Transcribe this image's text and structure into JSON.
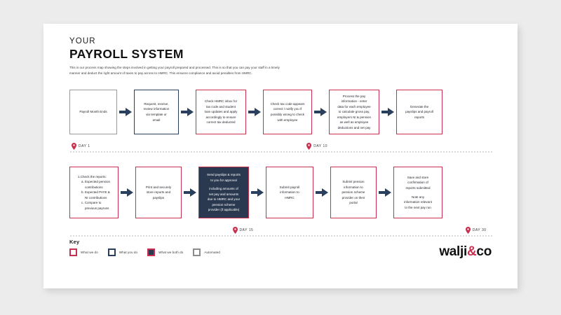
{
  "header": {
    "kicker": "YOUR",
    "title": "PAYROLL SYSTEM",
    "intro": "This is our process map showing the steps involved in getting your payroll prepared and processed. This is so that you can pay your staff in a timely manner and deduct the right amount of taxes to pay across to HMRC. This ensures compliance and avoid penalties from HMRC."
  },
  "colors": {
    "pink": "#c9304f",
    "navy": "#2a3f5e",
    "navy_fill": "#2b3950",
    "gray": "#9a9a9a",
    "arrow": "#2a3f5e",
    "card": "#ffffff",
    "background": "#ececec"
  },
  "row1": {
    "nodes": [
      {
        "id": "payroll-month-ends",
        "theme": "gray",
        "align": "center",
        "lines": [
          "Payroll Month Ends"
        ]
      },
      {
        "id": "request-review-information",
        "theme": "navy",
        "align": "center",
        "lines": [
          "Request, receive,",
          "review information",
          "via template or",
          "email"
        ]
      },
      {
        "id": "check-hmrc-inbox",
        "theme": "pink",
        "align": "center",
        "lines": [
          "Check HMRC inbox for",
          "tax code and student",
          "loan updates and apply",
          "accordingly to ensure",
          "correct tax deducted"
        ]
      },
      {
        "id": "check-tax-code-appears-correct",
        "theme": "pink",
        "align": "center",
        "lines": [
          "Check tax code appears",
          "correct / notify you if",
          "possibly wrong to check",
          "with employee"
        ]
      },
      {
        "id": "process-the-pay-information",
        "theme": "pink",
        "align": "center",
        "lines": [
          "Process the pay",
          "information - enter",
          "data for each employee",
          "to calculate gross pay,",
          "employers NI & pension",
          "as well as employee",
          "deductions and net pay"
        ]
      },
      {
        "id": "generate-payslips-and-reports",
        "theme": "pink",
        "align": "center",
        "lines": [
          "Generate the",
          "payslips and payroll",
          "reports"
        ]
      }
    ]
  },
  "row2": {
    "nodes": [
      {
        "id": "check-the-reports",
        "theme": "pink",
        "align": "left",
        "lines": [
          "1.Check the reports:",
          "a. Expected pension",
          "contributions",
          "b. Expected PAYE &",
          "NI contributions",
          "c. Compare to",
          "previous payruns"
        ],
        "indent": [
          0,
          1,
          2,
          1,
          2,
          1,
          2
        ]
      },
      {
        "id": "print-and-store-reports",
        "theme": "pink",
        "align": "center",
        "lines": [
          "Print and securely",
          "store reports and",
          "payslips"
        ]
      },
      {
        "id": "send-payslips-for-approval",
        "theme": "both",
        "align": "center",
        "lines": [
          "Send payslips & reports",
          "to you for approval",
          "",
          "including amounts of",
          "net pay and amounts",
          "due to HMRC and your",
          "pension scheme",
          "provider (if applicable)"
        ]
      },
      {
        "id": "submit-payroll-information-to-hmrc",
        "theme": "pink",
        "align": "center",
        "lines": [
          "Submit payroll",
          "information to",
          "HMRC"
        ]
      },
      {
        "id": "submit-pension-information",
        "theme": "pink",
        "align": "center",
        "lines": [
          "Submit pension",
          "information to",
          "pension scheme",
          "provider on their",
          "portal"
        ]
      },
      {
        "id": "save-and-store-confirmation",
        "theme": "pink",
        "align": "center",
        "lines": [
          "Save and store",
          "confirmation of",
          "reports submitted",
          "",
          "Note any",
          "information relevant",
          "to the next pay run"
        ]
      }
    ]
  },
  "timeline1": {
    "markers": [
      {
        "id": "day-1",
        "label": "DAY 1",
        "left_pct": 0.5
      },
      {
        "id": "day-10",
        "label": "DAY 10",
        "left_pct": 56.0
      }
    ]
  },
  "timeline2": {
    "markers": [
      {
        "id": "day-15",
        "label": "DAY 15",
        "left_pct": 38.5
      },
      {
        "id": "day-30",
        "label": "DAY 30",
        "left_pct": 93.5
      }
    ]
  },
  "key": {
    "title": "Key",
    "items": [
      {
        "id": "what-we-do",
        "label": "What we do",
        "theme": "pink"
      },
      {
        "id": "what-you-do",
        "label": "What you do",
        "theme": "navy"
      },
      {
        "id": "what-we-both-do",
        "label": "What we both do",
        "theme": "both"
      },
      {
        "id": "automated",
        "label": "Automated",
        "theme": "gray"
      }
    ]
  },
  "logo": {
    "part1": "walji",
    "amp": "&",
    "part2": "co"
  }
}
